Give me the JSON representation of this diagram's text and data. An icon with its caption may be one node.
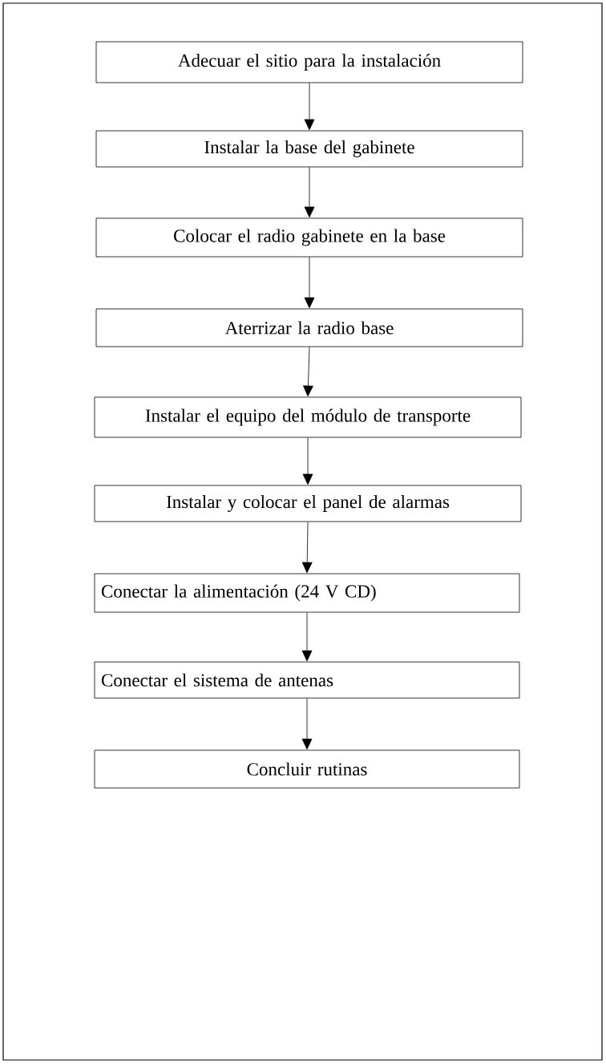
{
  "diagram": {
    "nodes": [
      {
        "text": [
          "Adecuar el sitio para la instalación"
        ]
      },
      {
        "text": [
          "Instalar la base del gabinete"
        ]
      },
      {
        "text": [
          "Colocar el radio gabinete en la base"
        ]
      },
      {
        "text": [
          "Aterrizar la radio base"
        ]
      },
      {
        "text": [
          "Instalar el equipo del módulo de transporte"
        ]
      },
      {
        "text": [
          "Instalar y colocar el panel de alarmas"
        ]
      },
      {
        "text": [
          "Conectar la alimentación (24 V CD)"
        ]
      },
      {
        "text": [
          "Conectar el sistema de antenas"
        ]
      },
      {
        "text": [
          "Concluir rutinas"
        ]
      }
    ],
    "edges": [
      {
        "from": 0,
        "to": 1,
        "arrow": "to"
      },
      {
        "from": 1,
        "to": 2,
        "arrow": "to"
      },
      {
        "from": 2,
        "to": 3,
        "arrow": "to"
      },
      {
        "from": 3,
        "to": 4,
        "arrow": "to"
      },
      {
        "from": 4,
        "to": 5,
        "arrow": "to"
      },
      {
        "from": 5,
        "to": 6,
        "arrow": "to"
      },
      {
        "from": 6,
        "to": 7,
        "arrow": "to"
      },
      {
        "from": 7,
        "to": 8,
        "arrow": "to"
      }
    ]
  }
}
